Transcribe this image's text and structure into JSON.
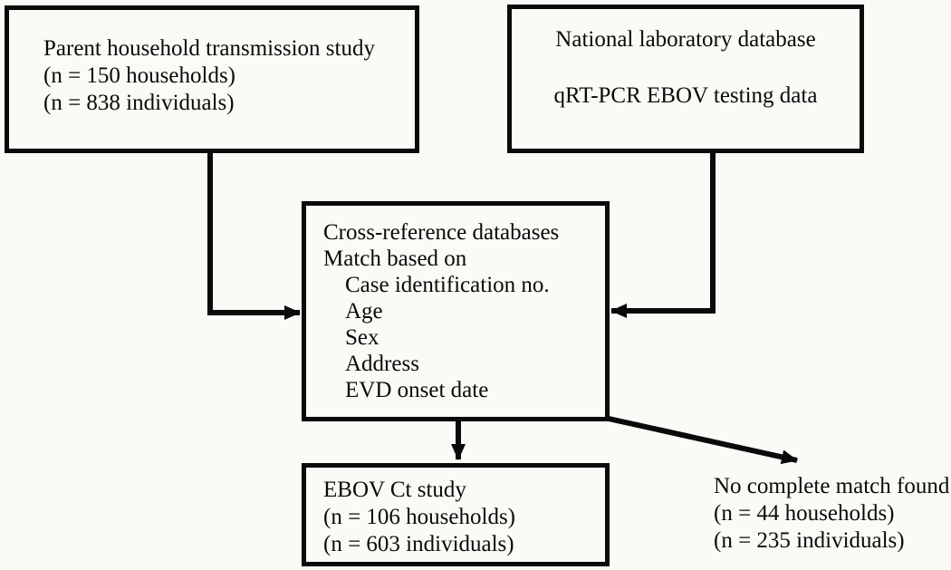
{
  "diagram": {
    "title_hint": "EBOV Ct study flow diagram",
    "colors": {
      "background": "#fbfaf6",
      "line": "#0a0a0a",
      "text": "#0a0a0a"
    },
    "boxes": {
      "parent_study": {
        "lines": [
          "Parent household transmission study",
          "(n = 150 households)",
          "(n = 838 individuals)"
        ]
      },
      "national_lab": {
        "lines": [
          "National laboratory database",
          "qRT-PCR EBOV testing data"
        ]
      },
      "cross_reference": {
        "lines": [
          "Cross-reference databases",
          "Match based on"
        ],
        "match_items": [
          "Case identification no.",
          "Age",
          "Sex",
          "Address",
          "EVD onset date"
        ]
      },
      "ebov_ct": {
        "lines": [
          "EBOV Ct study",
          "(n = 106 households)",
          "(n = 603 individuals)"
        ]
      }
    },
    "labels": {
      "no_match": {
        "lines": [
          "No complete match found",
          "(n = 44 households)",
          "(n = 235 individuals)"
        ]
      }
    }
  }
}
